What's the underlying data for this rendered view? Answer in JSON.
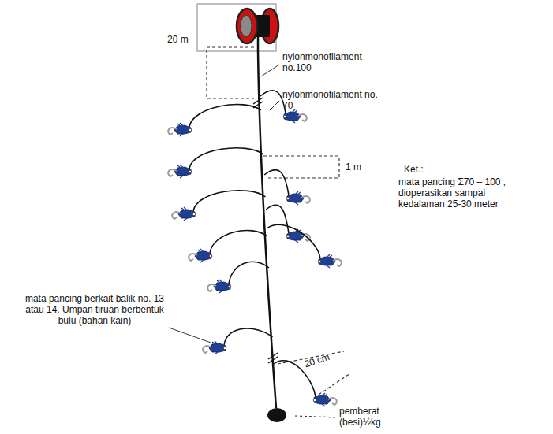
{
  "diagram": {
    "labels": [
      "20 m",
      "nylonmonofilament no.100",
      "nylonmonofilament no. 70",
      "1 m",
      "Ket.:",
      "mata pancing Σ70 – 100 , dioperasikan sampai kedalaman 25-30 meter",
      "mata pancing berkait balik no. 13 atau 14. Umpan tiruan berbentuk bulu (bahan kain)",
      "20 cm",
      "pemberat (besi)½kg"
    ]
  }
}
